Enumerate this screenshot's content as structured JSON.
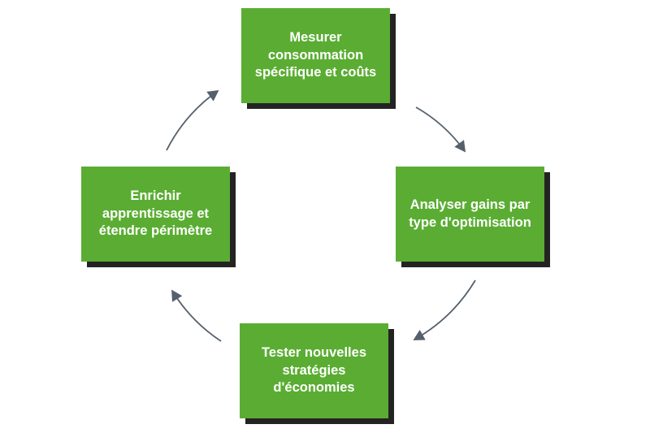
{
  "diagram": {
    "type": "cycle",
    "flow_direction": "clockwise",
    "background_color": "#ffffff",
    "node_fill_color": "#5aad32",
    "node_shadow_color": "#232323",
    "node_text_color": "#ffffff",
    "arrow_color": "#55606b",
    "nodes": [
      {
        "id": "mesurer",
        "position": "top",
        "label": "Mesurer consommation spécifique et coûts"
      },
      {
        "id": "analyser",
        "position": "right",
        "label": "Analyser gains par type d'optimisation"
      },
      {
        "id": "tester",
        "position": "bottom",
        "label": "Tester nouvelles stratégies d'économies"
      },
      {
        "id": "enrichir",
        "position": "left",
        "label": "Enrichir apprentissage et étendre périmètre"
      }
    ],
    "arrows": [
      {
        "from": "mesurer",
        "to": "analyser"
      },
      {
        "from": "analyser",
        "to": "tester"
      },
      {
        "from": "tester",
        "to": "enrichir"
      },
      {
        "from": "enrichir",
        "to": "mesurer"
      }
    ]
  }
}
